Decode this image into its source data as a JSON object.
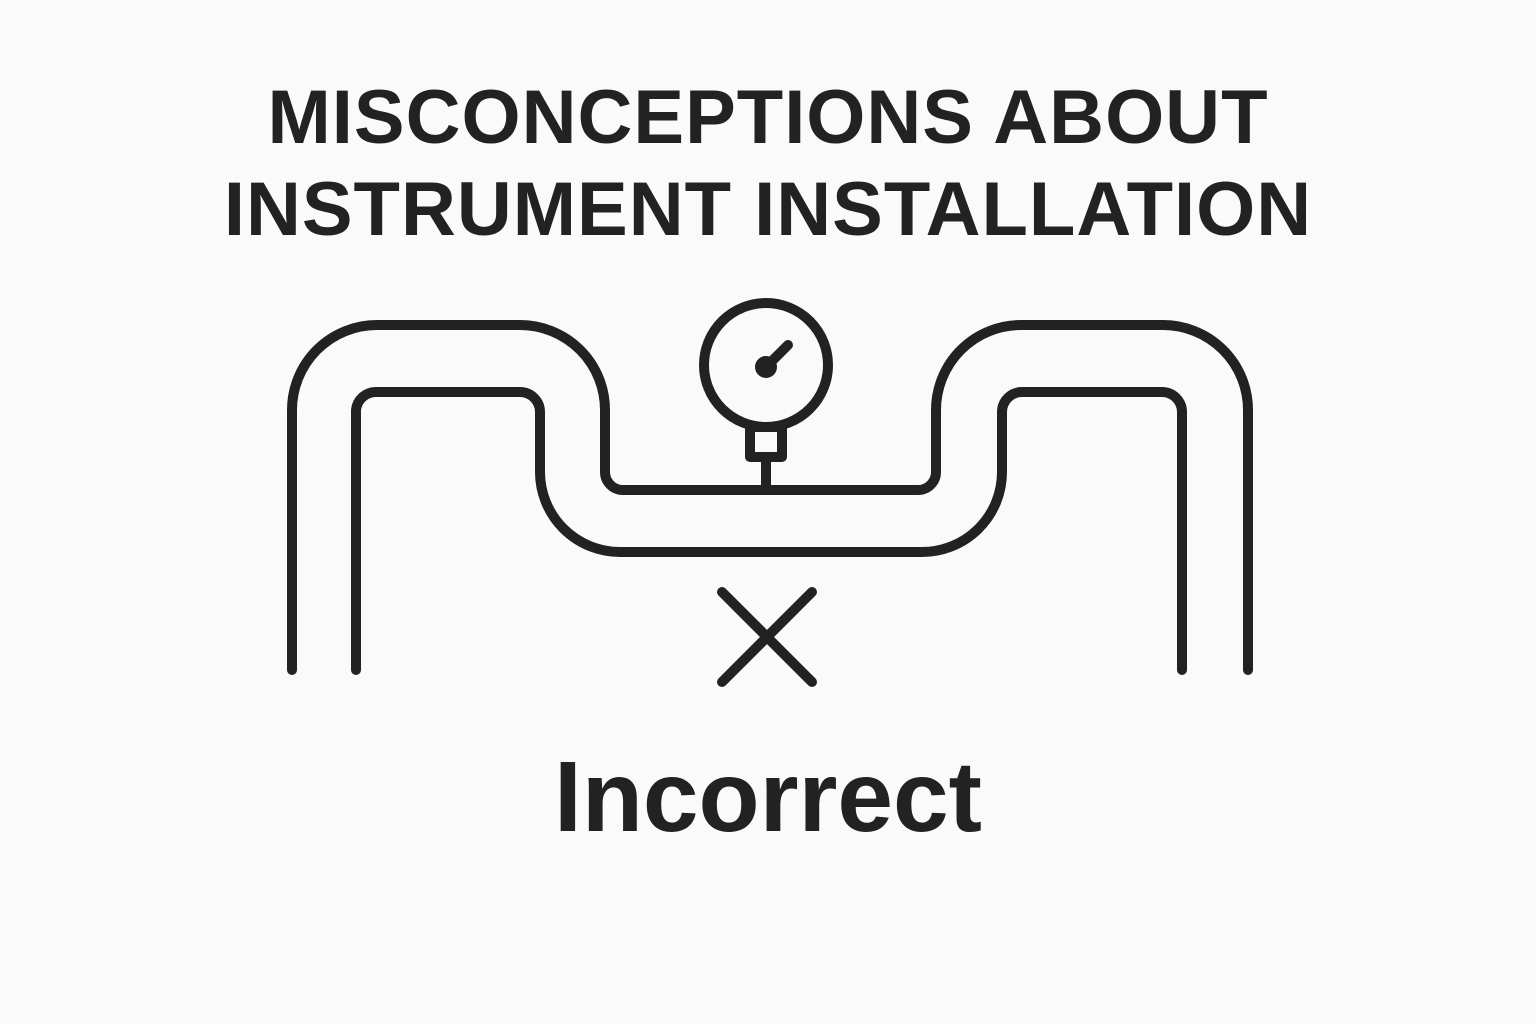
{
  "title": {
    "line1": "MISCONCEPTIONS ABOUT",
    "line2": "INSTRUMENT INSTALLATION"
  },
  "label": "Incorrect",
  "icons": [
    "pressure-gauge-icon",
    "cross-icon"
  ]
}
